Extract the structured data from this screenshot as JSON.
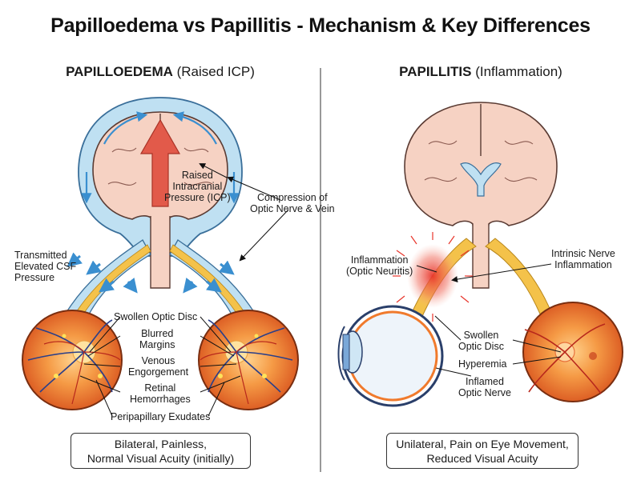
{
  "title": "Papilloedema vs Papillitis - Mechanism & Key Differences",
  "left_panel": {
    "heading_bold": "PAPILLOEDEMA",
    "heading_rest": " (Raised ICP)",
    "labels": {
      "raised_icp": [
        "Raised",
        "Intracranial",
        "Pressure (ICP)"
      ],
      "compression": [
        "Compression of",
        "Optic Nerve & Vein"
      ],
      "transmitted_csf": [
        "Transmitted",
        "Elevated CSF",
        "Pressure"
      ],
      "swollen_disc": [
        "Swollen Optic Disc"
      ],
      "blurred_margins": [
        "Blurred",
        "Margins"
      ],
      "venous_engorgement": [
        "Venous",
        "Engorgement"
      ],
      "retinal_hemorrhages": [
        "Retinal",
        "Hemorrhages"
      ],
      "peripapillary_exudates": [
        "Peripapillary Exudates"
      ]
    },
    "summary": [
      "Bilateral, Painless,",
      "Normal Visual Acuity (initially)"
    ]
  },
  "right_panel": {
    "heading_bold": "PAPILLITIS",
    "heading_rest": " (Inflammation)",
    "labels": {
      "inflammation": [
        "Inflammation",
        "(Optic Neuritis)"
      ],
      "intrinsic": [
        "Intrinsic Nerve",
        "Inflammation"
      ],
      "swollen_disc": [
        "Swollen",
        "Optic Disc"
      ],
      "hyperemia": [
        "Hyperemia"
      ],
      "inflamed_nerve": [
        "Inflamed",
        "Optic Nerve"
      ]
    },
    "summary": [
      "Unilateral, Pain on Eye Movement,",
      "Reduced Visual Acuity"
    ]
  },
  "colors": {
    "brain": "#f6d2c3",
    "csf": "#bfe0f2",
    "csf_arrow": "#3a8fd0",
    "nerve": "#f4c24a",
    "retina": "#f07a2c",
    "inflammation": "#e8352b",
    "icp_arrow": "#e25a4a"
  }
}
